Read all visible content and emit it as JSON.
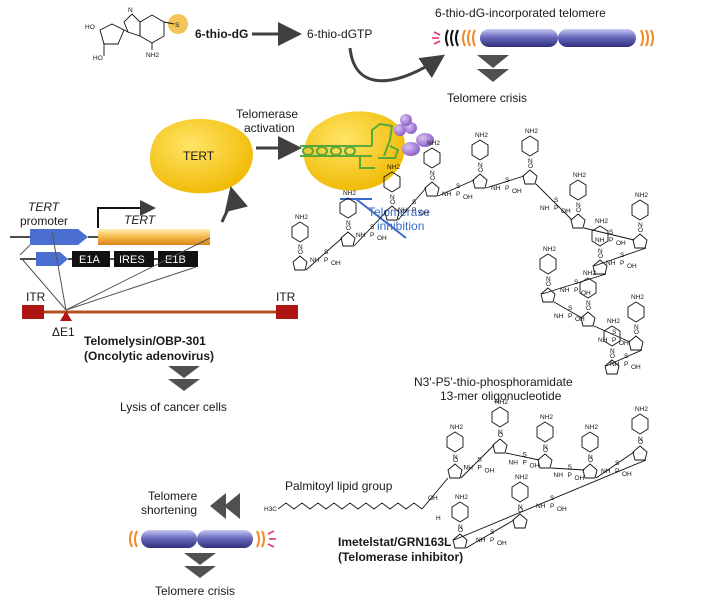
{
  "thio": {
    "drug": "6-thio-dG",
    "triphosphate": "6-thio-dGTP",
    "incorporated": "6-thio-dG-incorporated telomere",
    "crisis_top": "Telomere crisis"
  },
  "telomerase": {
    "tert": "TERT",
    "activation_line1": "Telomerase",
    "activation_line2": "activation",
    "inhibition_line1": "Telomerase",
    "inhibition_line2": "inhibition"
  },
  "virus": {
    "promoter_italic": "TERT",
    "promoter_text": "promoter",
    "gene": "TERT",
    "e1a": "E1A",
    "ires": "IRES",
    "e1b": "E1B",
    "itr_left": "ITR",
    "itr_right": "ITR",
    "delta": "ΔE1",
    "name": "Telomelysin/OBP-301",
    "subtitle": "(Oncolytic adenovirus)",
    "lysis": "Lysis of cancer cells"
  },
  "oligo": {
    "line1": "N3'-P5'-thio-phosphoramidate",
    "line2": "13-mer oligonucleotide"
  },
  "imetelstat": {
    "lipid": "Palmitoyl lipid group",
    "name": "Imetelstat/GRN163L",
    "subtitle": "(Telomerase inhibitor)",
    "shortening1": "Telomere",
    "shortening2": "shortening",
    "crisis_bottom": "Telomere crisis"
  },
  "chem_atoms": {
    "s": "S",
    "nh2": "NH2",
    "n": "N",
    "o": "O",
    "ho": "HO",
    "oh": "OH",
    "p": "P",
    "nh": "NH",
    "h3c": "H3C",
    "h": "H"
  },
  "colors": {
    "arrow": "#404040",
    "virus_line": "#b5511f",
    "itr": "#b01515",
    "blue_arrow": "#4a6fd0",
    "telomere_blue": "#5f5fb5",
    "tert_yellow": "#f5c400",
    "rna_green": "#5aa83a",
    "protein_purple": "#a77fd6",
    "cap_orange": "#f08a24",
    "cap_pink": "#e8337a",
    "inhibition_blue": "#3a6bc9"
  }
}
